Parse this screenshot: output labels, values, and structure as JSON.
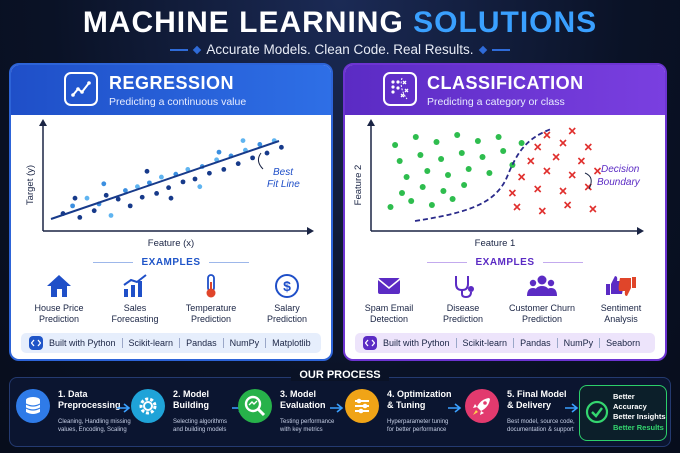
{
  "header": {
    "title_main": "MACHINE LEARNING ",
    "title_accent": "SOLUTIONS",
    "subtitle": "Accurate Models. Clean Code. Real Results."
  },
  "regression": {
    "title": "REGRESSION",
    "subtitle": "Predicting a continuous value",
    "plot": {
      "y_label": "Target (y)",
      "x_label": "Feature (x)",
      "annotation": "Best Fit Line",
      "points": [
        [
          0.05,
          0.14
        ],
        [
          0.09,
          0.22
        ],
        [
          0.12,
          0.1
        ],
        [
          0.15,
          0.3
        ],
        [
          0.18,
          0.17
        ],
        [
          0.2,
          0.24
        ],
        [
          0.23,
          0.33
        ],
        [
          0.25,
          0.12
        ],
        [
          0.28,
          0.29
        ],
        [
          0.31,
          0.38
        ],
        [
          0.33,
          0.22
        ],
        [
          0.36,
          0.42
        ],
        [
          0.38,
          0.31
        ],
        [
          0.41,
          0.46
        ],
        [
          0.44,
          0.35
        ],
        [
          0.46,
          0.52
        ],
        [
          0.49,
          0.41
        ],
        [
          0.52,
          0.55
        ],
        [
          0.55,
          0.47
        ],
        [
          0.57,
          0.6
        ],
        [
          0.6,
          0.5
        ],
        [
          0.63,
          0.63
        ],
        [
          0.66,
          0.56
        ],
        [
          0.69,
          0.7
        ],
        [
          0.72,
          0.6
        ],
        [
          0.75,
          0.74
        ],
        [
          0.78,
          0.66
        ],
        [
          0.81,
          0.8
        ],
        [
          0.84,
          0.72
        ],
        [
          0.87,
          0.86
        ],
        [
          0.9,
          0.77
        ],
        [
          0.93,
          0.9
        ],
        [
          0.96,
          0.83
        ],
        [
          0.22,
          0.45
        ],
        [
          0.4,
          0.58
        ],
        [
          0.62,
          0.42
        ],
        [
          0.1,
          0.3
        ],
        [
          0.7,
          0.78
        ],
        [
          0.5,
          0.3
        ],
        [
          0.8,
          0.9
        ]
      ]
    },
    "examples_header": "EXAMPLES",
    "examples": [
      {
        "icon": "house-icon",
        "label": "House Price\nPrediction"
      },
      {
        "icon": "chart-trend-icon",
        "label": "Sales\nForecasting"
      },
      {
        "icon": "thermometer-icon",
        "label": "Temperature\nPrediction"
      },
      {
        "icon": "dollar-icon",
        "label": "Salary\nPrediction"
      }
    ],
    "tools": [
      "Built with Python",
      "Scikit-learn",
      "Pandas",
      "NumPy",
      "Matplotlib"
    ]
  },
  "classification": {
    "title": "CLASSIFICATION",
    "subtitle": "Predicting a category or class",
    "plot": {
      "y_label": "Feature 2",
      "x_label": "Feature 1",
      "annotation": "Decision Boundary",
      "class_a": [
        [
          0.07,
          0.82
        ],
        [
          0.16,
          0.9
        ],
        [
          0.25,
          0.85
        ],
        [
          0.34,
          0.92
        ],
        [
          0.43,
          0.86
        ],
        [
          0.52,
          0.9
        ],
        [
          0.09,
          0.66
        ],
        [
          0.18,
          0.72
        ],
        [
          0.27,
          0.68
        ],
        [
          0.36,
          0.74
        ],
        [
          0.45,
          0.7
        ],
        [
          0.54,
          0.76
        ],
        [
          0.12,
          0.5
        ],
        [
          0.21,
          0.56
        ],
        [
          0.3,
          0.52
        ],
        [
          0.39,
          0.58
        ],
        [
          0.48,
          0.54
        ],
        [
          0.1,
          0.34
        ],
        [
          0.19,
          0.4
        ],
        [
          0.28,
          0.36
        ],
        [
          0.37,
          0.42
        ],
        [
          0.05,
          0.2
        ],
        [
          0.14,
          0.26
        ],
        [
          0.23,
          0.22
        ],
        [
          0.32,
          0.28
        ],
        [
          0.58,
          0.62
        ],
        [
          0.62,
          0.84
        ]
      ],
      "class_b": [
        [
          0.73,
          0.92
        ],
        [
          0.84,
          0.96
        ],
        [
          0.69,
          0.8
        ],
        [
          0.8,
          0.84
        ],
        [
          0.91,
          0.8
        ],
        [
          0.66,
          0.66
        ],
        [
          0.77,
          0.7
        ],
        [
          0.88,
          0.66
        ],
        [
          0.62,
          0.5
        ],
        [
          0.73,
          0.56
        ],
        [
          0.84,
          0.52
        ],
        [
          0.95,
          0.56
        ],
        [
          0.58,
          0.34
        ],
        [
          0.69,
          0.38
        ],
        [
          0.8,
          0.36
        ],
        [
          0.91,
          0.4
        ],
        [
          0.6,
          0.2
        ],
        [
          0.71,
          0.16
        ],
        [
          0.82,
          0.22
        ],
        [
          0.93,
          0.18
        ]
      ]
    },
    "examples_header": "EXAMPLES",
    "examples": [
      {
        "icon": "envelope-icon",
        "label": "Spam Email\nDetection"
      },
      {
        "icon": "stethoscope-icon",
        "label": "Disease\nPrediction"
      },
      {
        "icon": "users-icon",
        "label": "Customer Churn\nPrediction"
      },
      {
        "icon": "thumbs-icon",
        "label": "Sentiment\nAnalysis"
      }
    ],
    "tools": [
      "Built with Python",
      "Scikit-learn",
      "Pandas",
      "NumPy",
      "Seaborn"
    ]
  },
  "process": {
    "header": "OUR PROCESS",
    "steps": [
      {
        "title": "1. Data\nPreprocessing",
        "desc": "Cleaning, Handling missing\nvalues, Encoding, Scaling",
        "color": "#2f7be8",
        "icon": "database-icon"
      },
      {
        "title": "2. Model\nBuilding",
        "desc": "Selecting algorithms\nand building models",
        "color": "#1fa3d8",
        "icon": "gear-icon"
      },
      {
        "title": "3. Model\nEvaluation",
        "desc": "Testing performance\nwith key metrics",
        "color": "#27b24a",
        "icon": "magnifier-icon"
      },
      {
        "title": "4. Optimization\n& Tuning",
        "desc": "Hyperparameter tuning\nfor better performance",
        "color": "#f0a417",
        "icon": "sliders-icon"
      },
      {
        "title": "5. Final Model\n& Delivery",
        "desc": "Best model, source code,\ndocumentation & support",
        "color": "#e23a6e",
        "icon": "rocket-icon"
      }
    ],
    "result": {
      "line1": "Better Accuracy",
      "line2": "Better Insights",
      "line3": "Better Results"
    }
  }
}
